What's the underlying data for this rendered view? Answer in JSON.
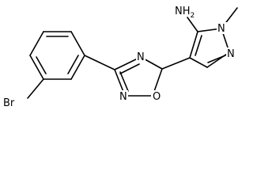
{
  "structure": {
    "type": "chemical-structure",
    "atom_labels": {
      "amine": "NH",
      "amine_subscript": "2",
      "pyrazole_n_methyl": "N",
      "pyrazole_n": "N",
      "oxadiazole_n_top": "N",
      "oxadiazole_n_bottom": "N",
      "oxadiazole_o": "O",
      "bromine": "Br"
    }
  }
}
